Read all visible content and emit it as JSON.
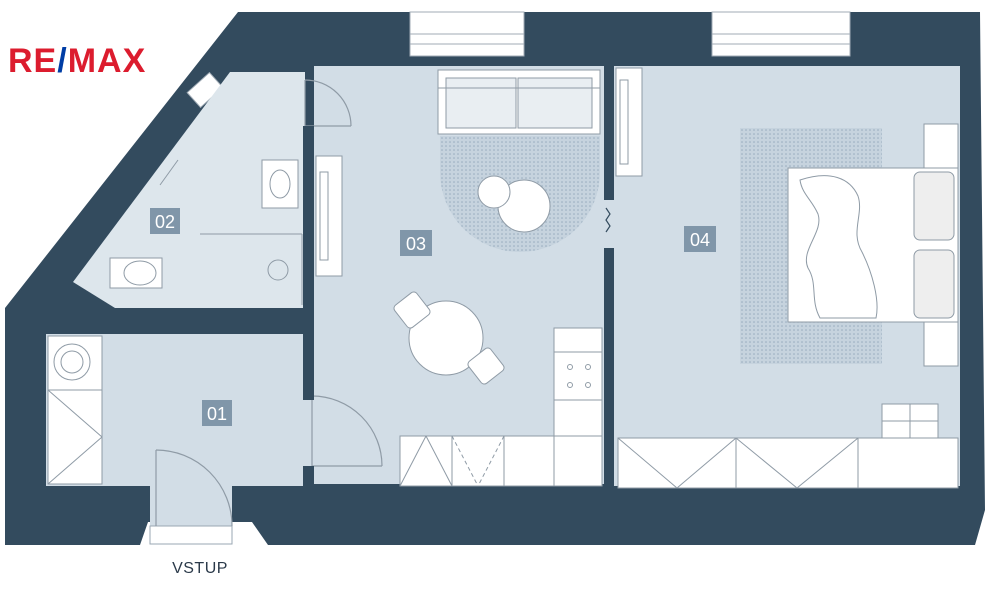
{
  "brand": {
    "logo_part1": "RE",
    "logo_slash": "/",
    "logo_part2": "MAX"
  },
  "rooms": [
    {
      "id": "01",
      "label": "01"
    },
    {
      "id": "02",
      "label": "02"
    },
    {
      "id": "03",
      "label": "03"
    },
    {
      "id": "04",
      "label": "04"
    }
  ],
  "entrance_label": "VSTUP",
  "colors": {
    "wall": "#334b5e",
    "floor": "#d2dde6",
    "floor_light": "#dde6ec",
    "label_box": "#8096a9",
    "logo_red": "#dc1c2e",
    "logo_blue": "#003da5",
    "furniture_stroke": "#8f9ba6"
  }
}
